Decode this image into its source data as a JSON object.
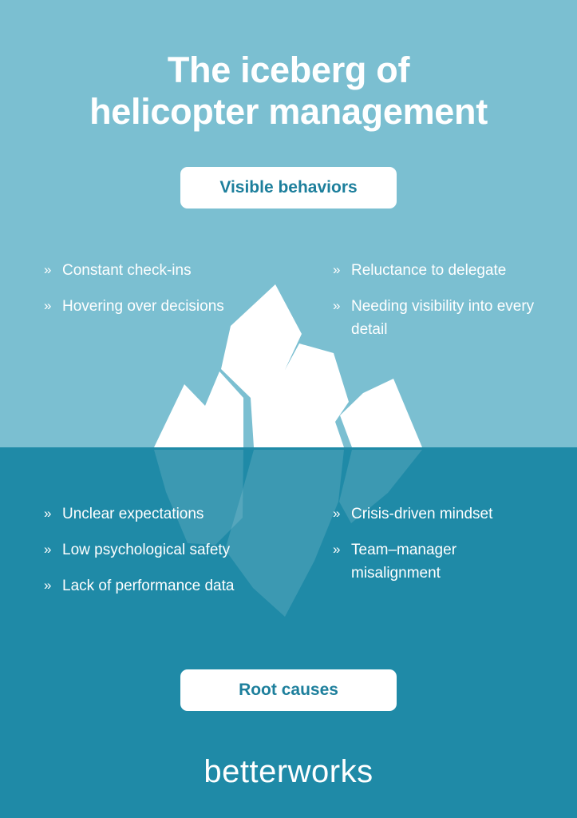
{
  "title": {
    "line1": "The iceberg of",
    "line2": "helicopter management"
  },
  "top_label": "Visible behaviors",
  "bottom_label": "Root causes",
  "visible_behaviors_left": [
    "Constant check-ins",
    "Hovering over decisions"
  ],
  "visible_behaviors_right": [
    "Reluctance to delegate",
    "Needing visibility into every detail"
  ],
  "root_causes_left": [
    "Unclear expectations",
    "Low psychological safety",
    "Lack of performance data"
  ],
  "root_causes_right": [
    "Crisis-driven mindset",
    "Team–manager misalignment"
  ],
  "brand": "betterworks",
  "colors": {
    "sky": "#7bbfd1",
    "sea": "#1f8aa7",
    "label_text": "#1d7f9c",
    "text": "#ffffff"
  }
}
